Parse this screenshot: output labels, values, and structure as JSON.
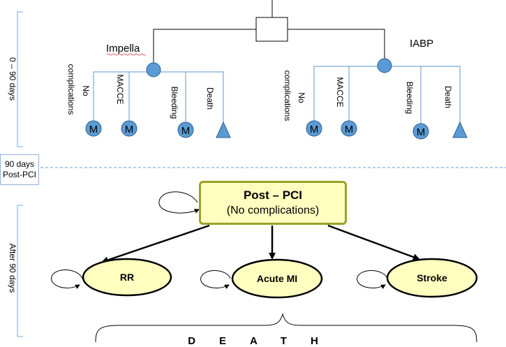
{
  "phases": {
    "early": "0 – 90 days",
    "transition_line1": "90 days",
    "transition_line2": "Post-PCI",
    "late": "After 90 days"
  },
  "decision_tree": {
    "arms": [
      {
        "name": "Impella",
        "branches": [
          {
            "label_line1": "No",
            "label_line2": "complications",
            "terminal": "M"
          },
          {
            "label_line1": "MACCE",
            "label_line2": "",
            "terminal": "M"
          },
          {
            "label_line1": "Bleeding",
            "label_line2": "",
            "terminal": "M"
          },
          {
            "label_line1": "Death",
            "label_line2": "",
            "terminal": "triangle"
          }
        ]
      },
      {
        "name": "IABP",
        "branches": [
          {
            "label_line1": "No",
            "label_line2": "complications",
            "terminal": "M"
          },
          {
            "label_line1": "MACCE",
            "label_line2": "",
            "terminal": "M"
          },
          {
            "label_line1": "Bleeding",
            "label_line2": "",
            "terminal": "M"
          },
          {
            "label_line1": "Death",
            "label_line2": "",
            "terminal": "triangle"
          }
        ]
      }
    ]
  },
  "markov": {
    "start_state_line1": "Post – PCI",
    "start_state_line2": "(No complications)",
    "states": [
      "RR",
      "Acute MI",
      "Stroke"
    ],
    "absorbing": "DEATH"
  },
  "colors": {
    "node_fill": "#5b9bd5",
    "node_stroke": "#2e5f91",
    "branch_line": "#7ba7d6",
    "state_fill": "#ffffc0",
    "post_pci_border": "#9aa126",
    "divider": "#5b9bd5"
  }
}
